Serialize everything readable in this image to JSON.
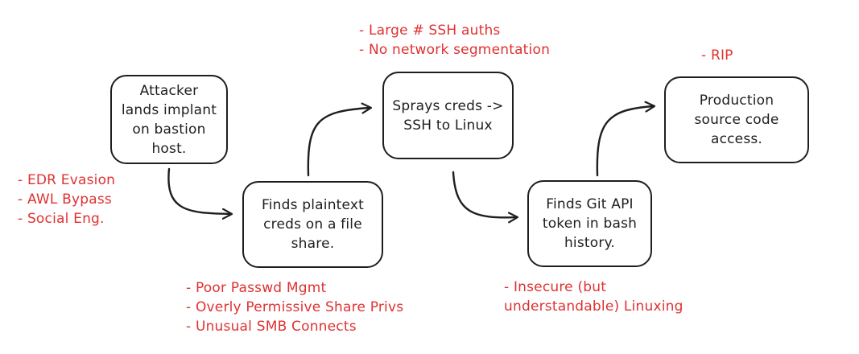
{
  "colors": {
    "stroke": "#1e1e1e",
    "annotation": "#e03131",
    "background": "#ffffff"
  },
  "nodes": [
    {
      "lines": [
        "Attacker",
        "lands implant",
        "on bastion",
        "host."
      ]
    },
    {
      "lines": [
        "Finds plaintext",
        "creds on a file",
        "share."
      ]
    },
    {
      "lines": [
        "Sprays creds ->",
        "SSH to Linux"
      ]
    },
    {
      "lines": [
        "Finds Git API",
        "token in bash",
        "history."
      ]
    },
    {
      "lines": [
        "Production",
        "source code",
        "access."
      ]
    }
  ],
  "annotations": [
    {
      "lines": [
        "- EDR Evasion",
        "- AWL Bypass",
        "- Social Eng."
      ]
    },
    {
      "lines": [
        "- Poor Passwd Mgmt",
        "- Overly Permissive Share Privs",
        "- Unusual SMB Connects"
      ]
    },
    {
      "lines": [
        "- Large # SSH auths",
        "- No network segmentation"
      ]
    },
    {
      "lines": [
        "- Insecure (but",
        "understandable) Linuxing"
      ]
    },
    {
      "lines": [
        "- RIP"
      ]
    }
  ],
  "arrows": [
    {
      "from": "Attacker lands implant on bastion host.",
      "to": "Finds plaintext creds on a file share."
    },
    {
      "from": "Finds plaintext creds on a file share.",
      "to": "Sprays creds -> SSH to Linux"
    },
    {
      "from": "Sprays creds -> SSH to Linux",
      "to": "Finds Git API token in bash history."
    },
    {
      "from": "Finds Git API token in bash history.",
      "to": "Production source code access."
    }
  ]
}
